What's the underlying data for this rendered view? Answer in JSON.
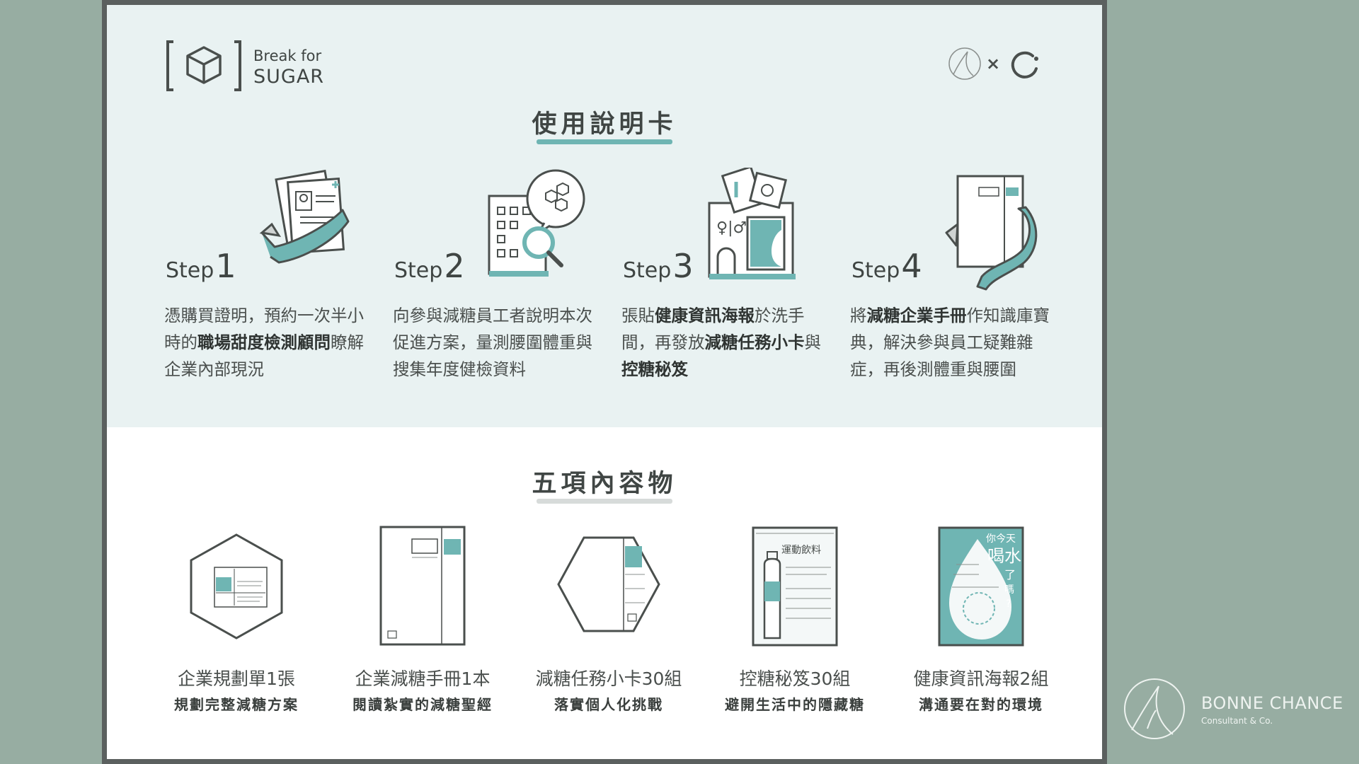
{
  "brand": {
    "line1": "Break for",
    "line2": "SUGAR"
  },
  "partners": {
    "separator": "×"
  },
  "usage": {
    "title": "使用說明卡",
    "steps": [
      {
        "label": "Step",
        "num": "1",
        "text_html": "憑購買證明，預約一次半小時的<b>職場甜度檢測顧問</b>瞭解企業內部現況"
      },
      {
        "label": "Step",
        "num": "2",
        "text_html": "向參與減糖員工者說明本次促進方案，量測腰圍體重與搜集年度健檢資料"
      },
      {
        "label": "Step",
        "num": "3",
        "text_html": "張貼<b>健康資訊海報</b>於洗手間，再發放<b>減糖任務小卡</b>與<b>控糖秘笈</b>"
      },
      {
        "label": "Step",
        "num": "4",
        "text_html": "將<b>減糖企業手冊</b>作知識庫寶典，解決參與員工疑難雜症，再後測體重與腰圍"
      }
    ]
  },
  "contents": {
    "title": "五項內容物",
    "items": [
      {
        "name": "企業規劃單1張",
        "sub": "規劃完整減糖方案"
      },
      {
        "name": "企業減糖手冊1本",
        "sub": "閱讀紮實的減糖聖經"
      },
      {
        "name": "減糖任務小卡30組",
        "sub": "落實個人化挑戰"
      },
      {
        "name": "控糖秘笈30組",
        "sub": "避開生活中的隱藏糖"
      },
      {
        "name": "健康資訊海報2組",
        "sub": "溝通要在對的環境"
      }
    ]
  },
  "illus_text": {
    "drink": "運動飲料",
    "poster_q1": "你今天",
    "poster_q2": "喝水",
    "poster_q3": "了",
    "poster_q4": "嗎",
    "poster_q5": "?"
  },
  "footer": {
    "company": "BONNE CHANCE",
    "tagline": "Consultant & Co."
  },
  "colors": {
    "teal": "#6fb5b3",
    "dark": "#5b605f",
    "light_bg": "#e9f2f2",
    "outer_bg": "#97ada2"
  }
}
